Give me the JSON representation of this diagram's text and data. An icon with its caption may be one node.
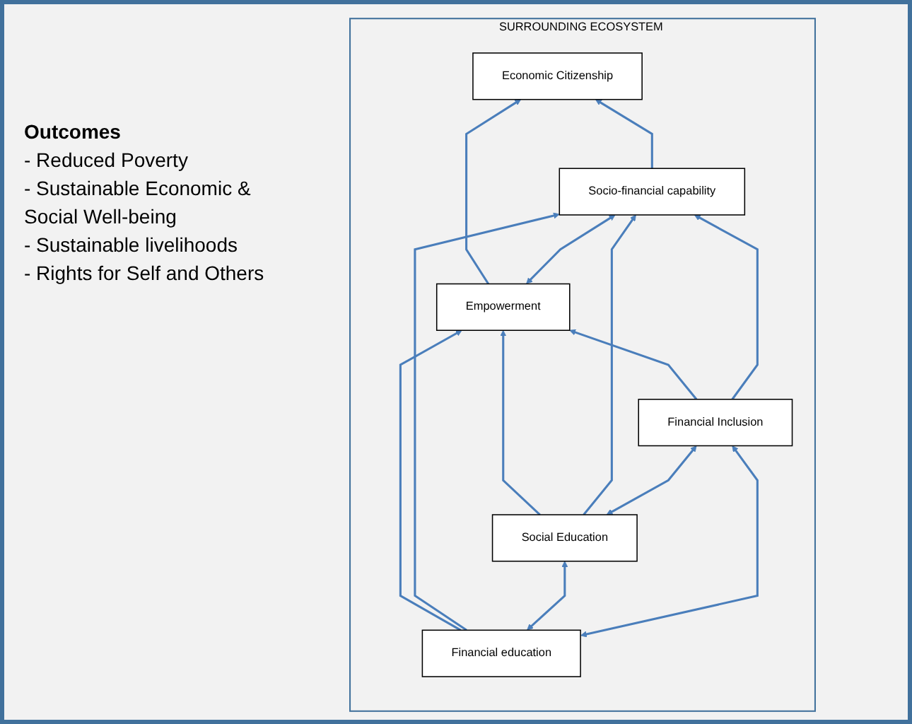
{
  "diagram": {
    "nodes": [
      {
        "text": [
          "SURROUNDING ECOSYSTEM"
        ]
      },
      {
        "text": [
          "Economic Citizenship"
        ],
        "in": 0
      },
      {
        "text": [
          "Empowerment"
        ],
        "in": 0
      },
      {
        "text": [
          "Socio-financial capability"
        ],
        "in": 0
      },
      {
        "text": [
          "Financial education"
        ],
        "in": 0
      },
      {
        "text": [
          "Social Education"
        ],
        "in": 0
      },
      {
        "text": [
          "Financial Inclusion"
        ],
        "in": 0
      }
    ],
    "edges": [
      {
        "from": 2,
        "to": 1,
        "arrow": "to"
      },
      {
        "from": 3,
        "to": 1,
        "arrow": "to"
      },
      {
        "from": 2,
        "to": 3,
        "arrow": "both"
      },
      {
        "from": 4,
        "to": 2,
        "arrow": "to"
      },
      {
        "from": 4,
        "to": 3,
        "arrow": "to"
      },
      {
        "from": 5,
        "to": 2,
        "arrow": "to"
      },
      {
        "from": 5,
        "to": 3,
        "arrow": "to"
      },
      {
        "from": 6,
        "to": 2,
        "arrow": "to"
      },
      {
        "from": 6,
        "to": 3,
        "arrow": "to"
      },
      {
        "from": 4,
        "to": 5,
        "arrow": "both"
      },
      {
        "from": 5,
        "to": 6,
        "arrow": "both"
      },
      {
        "from": 4,
        "to": 6,
        "arrow": "both"
      }
    ],
    "labels": [
      "Outcomes",
      "- Reduced Poverty",
      "- Sustainable Economic & Social Well-being",
      "- Sustainable livelihoods",
      "- Rights for Self and Others"
    ]
  }
}
